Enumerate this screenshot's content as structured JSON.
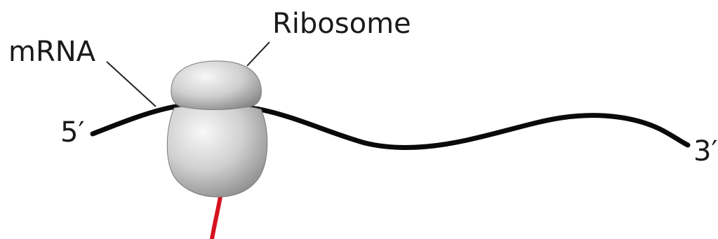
{
  "labels": {
    "ribosome": "Ribosome",
    "mrna": "mRNA",
    "five_prime": "5′",
    "three_prime": "3′"
  },
  "colors": {
    "mrna_strand": "#0a0a0a",
    "leader_line": "#222222",
    "ribosome_highlight": "#f7f7f7",
    "ribosome_body": "#c9c9c9",
    "ribosome_shadow": "#8a8a8a",
    "polypeptide": "#d6121f"
  }
}
